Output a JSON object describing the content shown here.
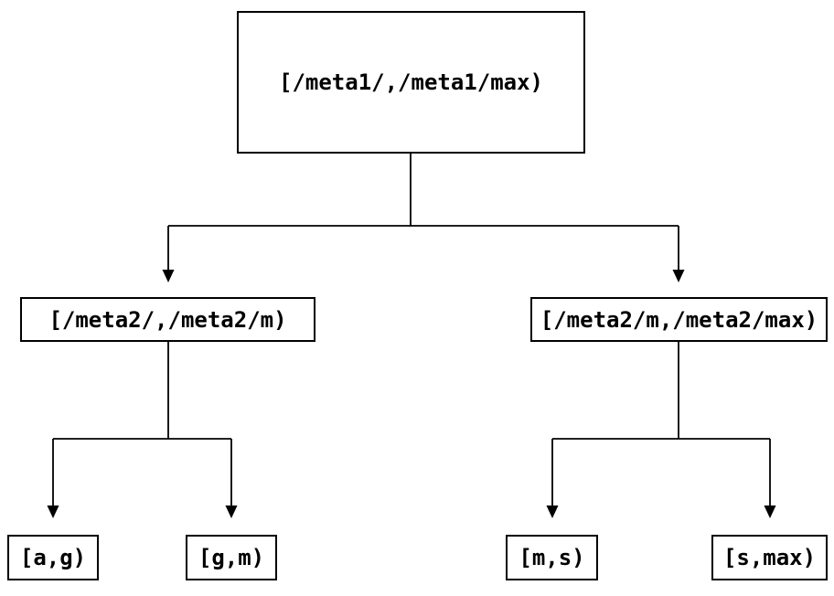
{
  "diagram": {
    "type": "tree",
    "description_visible_text_only": true,
    "nodes": {
      "root": {
        "label": "[/meta1/,/meta1/max)"
      },
      "level2": [
        {
          "label": "[/meta2/,/meta2/m)"
        },
        {
          "label": "[/meta2/m,/meta2/max)"
        }
      ],
      "leaves": [
        {
          "label": "[a,g)"
        },
        {
          "label": "[g,m)"
        },
        {
          "label": "[m,s)"
        },
        {
          "label": "[s,max)"
        }
      ]
    },
    "edges": [
      {
        "from": "root",
        "to": "level2.0",
        "style": "orthogonal-arrow"
      },
      {
        "from": "root",
        "to": "level2.1",
        "style": "orthogonal-arrow"
      },
      {
        "from": "level2.0",
        "to": "leaves.0",
        "style": "orthogonal-arrow"
      },
      {
        "from": "level2.0",
        "to": "leaves.1",
        "style": "orthogonal-arrow"
      },
      {
        "from": "level2.1",
        "to": "leaves.2",
        "style": "orthogonal-arrow"
      },
      {
        "from": "level2.1",
        "to": "leaves.3",
        "style": "orthogonal-arrow"
      }
    ],
    "colors": {
      "background": "#ffffff",
      "box_border": "#000000",
      "box_fill": "#ffffff",
      "text": "#000000",
      "edge": "#000000"
    }
  }
}
